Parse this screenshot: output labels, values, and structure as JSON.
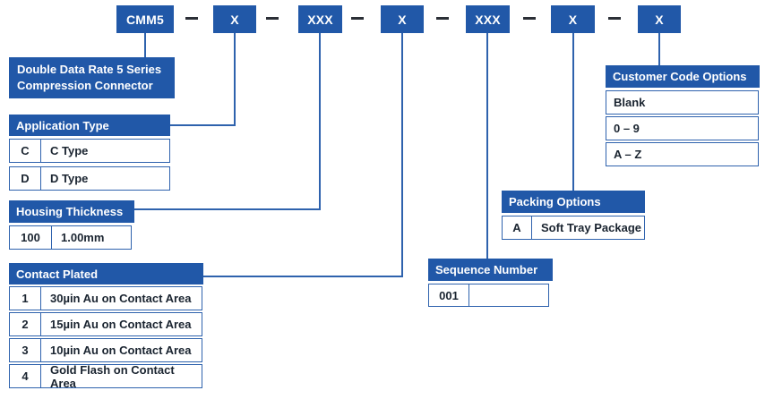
{
  "part_code": {
    "boxes": [
      "CMM5",
      "X",
      "XXX",
      "X",
      "XXX",
      "X",
      "X"
    ],
    "separator": "—"
  },
  "description_box": {
    "line1": "Double Data Rate 5 Series",
    "line2": "Compression Connector"
  },
  "application_type": {
    "title": "Application Type",
    "rows": [
      {
        "code": "C",
        "label": "C Type"
      },
      {
        "code": "D",
        "label": "D Type"
      }
    ]
  },
  "housing_thickness": {
    "title": "Housing Thickness",
    "rows": [
      {
        "code": "100",
        "label": "1.00mm"
      }
    ]
  },
  "contact_plated": {
    "title": "Contact Plated",
    "rows": [
      {
        "code": "1",
        "label": "30µin Au on Contact Area"
      },
      {
        "code": "2",
        "label": "15µin Au on Contact Area"
      },
      {
        "code": "3",
        "label": "10µin Au on Contact Area"
      },
      {
        "code": "4",
        "label": "Gold Flash on Contact Area"
      }
    ]
  },
  "sequence_number": {
    "title": "Sequence Number",
    "rows": [
      {
        "code": "001",
        "label": ""
      }
    ]
  },
  "packing_options": {
    "title": "Packing Options",
    "rows": [
      {
        "code": "A",
        "label": "Soft Tray Package"
      }
    ]
  },
  "customer_code_options": {
    "title": "Customer Code Options",
    "rows": [
      {
        "label": "Blank"
      },
      {
        "label": "0 – 9"
      },
      {
        "label": "A – Z"
      }
    ]
  },
  "colors": {
    "box_blue": "#2158a8",
    "border_blue": "#2e62ad",
    "dash_dark": "#2b2f36",
    "row_text": "#1a2430",
    "background": "#ffffff"
  }
}
